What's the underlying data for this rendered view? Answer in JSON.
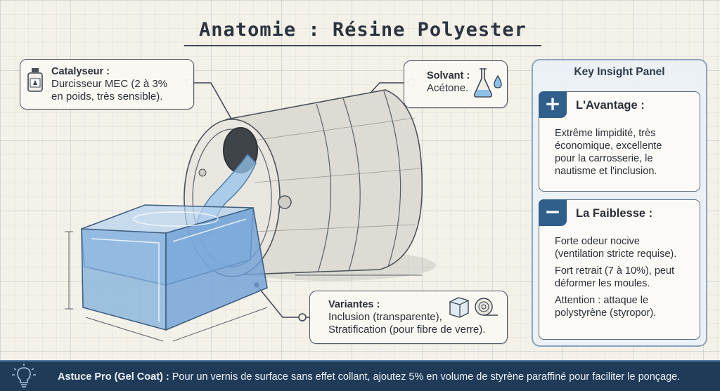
{
  "title": "Anatomie : Résine Polyester",
  "callouts": {
    "catalyseur": {
      "head": "Catalyseur :",
      "line1": "Durcisseur MEC (2 à 3%",
      "line2": "en poids, très sensible).",
      "icon": "bottle-icon"
    },
    "solvant": {
      "head": "Solvant :",
      "line1": "Acétone.",
      "icon": "flask-drop-icon"
    },
    "variantes": {
      "head": "Variantes :",
      "line1": "Inclusion (transparente),",
      "line2": "Stratification (pour fibre de verre).",
      "icon": "cube-roll-icon"
    }
  },
  "panel": {
    "title": "Key Insight Panel",
    "advantage": {
      "symbol": "+",
      "head": "L'Avantage :",
      "lines": [
        "Extrême limpidité, très",
        "économique, excellente",
        "pour la carrosserie, le",
        "nautisme et l'inclusion."
      ]
    },
    "weakness": {
      "symbol": "−",
      "head": "La Faiblesse :",
      "p1": [
        "Forte odeur nocive",
        "(ventilation stricte requise)."
      ],
      "p2": [
        "Fort retrait (7 à 10%), peut",
        "déformer les moules."
      ],
      "p3": [
        "Attention : attaque le",
        "polystyrène (styropor)."
      ]
    }
  },
  "tip": {
    "label": "Astuce Pro (Gel Coat) :",
    "text": " Pour un vernis de surface sans effet collant, ajoutez 5% en volume de styrène paraffiné pour faciliter le ponçage.",
    "icon": "lightbulb-icon"
  },
  "colors": {
    "accent": "#2f5f8a",
    "tip_bg": "#1f3b58",
    "panel_border": "#8aa3bd"
  }
}
